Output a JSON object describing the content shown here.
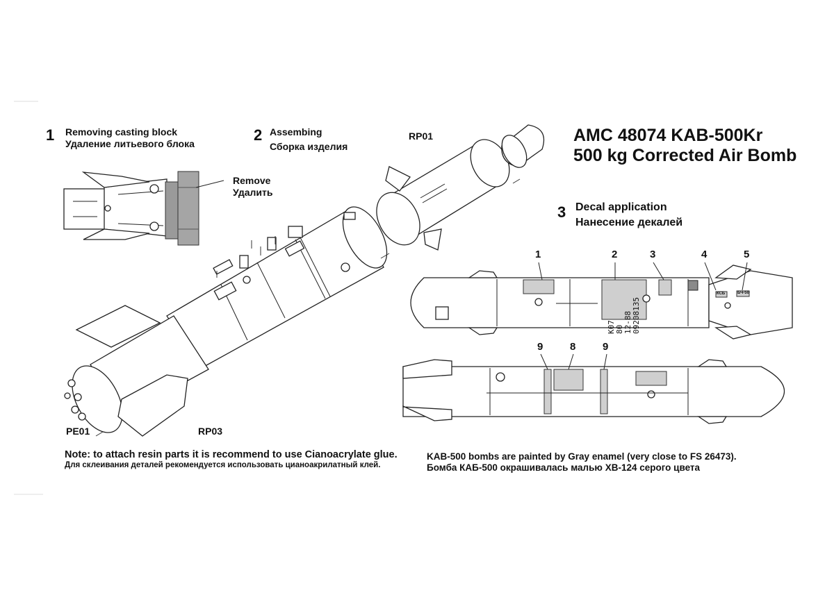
{
  "title": {
    "line1": "AMC 48074 KAB-500Kr",
    "line2": "500 kg Corrected Air Bomb"
  },
  "steps": [
    {
      "num": "1",
      "en": "Removing casting block",
      "ru": "Удаление литьевого блока"
    },
    {
      "num": "2",
      "en": "Assembing",
      "ru": "Сборка изделия"
    },
    {
      "num": "3",
      "en": "Decal application",
      "ru": "Нанесение декалей"
    }
  ],
  "remove": {
    "en": "Remove",
    "ru": "Удалить"
  },
  "parts": {
    "rp01": "RP01",
    "pe01": "PE01",
    "rp03": "RP03"
  },
  "decals_top": [
    "1",
    "2",
    "3",
    "4",
    "5"
  ],
  "decals_bottom": [
    "9",
    "8",
    "9"
  ],
  "stencil": {
    "l1": "K07",
    "l2": "80",
    "l3": "12-88",
    "l4": "09208135"
  },
  "small_marks": {
    "a": "КСБ",
    "b": "БЧ-50"
  },
  "note": {
    "en": "Note: to attach resin parts it is recommend to use Cianoacrylate glue.",
    "ru": "Для склеивания деталей рекомендуется использовать цианоакрилатный клей."
  },
  "paint": {
    "en": "KAB-500 bombs are painted by Gray enamel (very close to FS 26473).",
    "ru": "Бомба КАБ-500 окрашивалась малью ХВ-124 серого цвета"
  }
}
